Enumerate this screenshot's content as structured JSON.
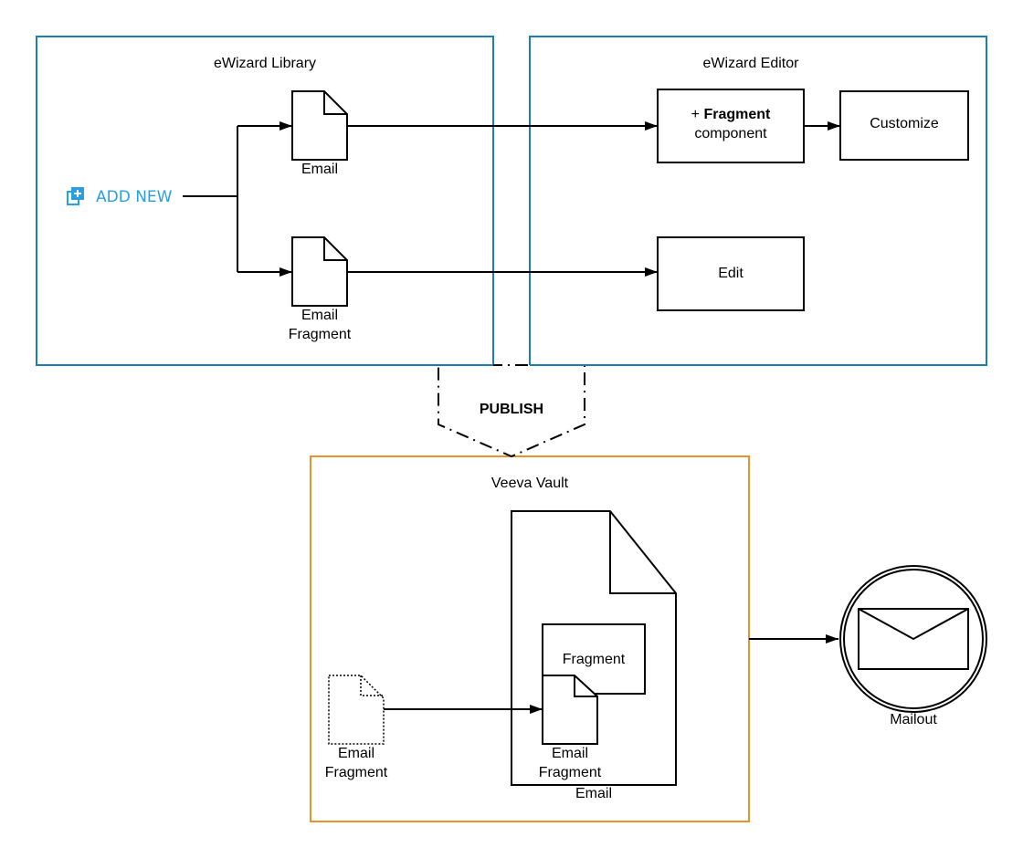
{
  "containers": {
    "library": {
      "title": "eWizard Library",
      "color": "#1b7db4"
    },
    "editor": {
      "title": "eWizard Editor",
      "color": "#1b7db4"
    },
    "vault": {
      "title": "Veeva Vault",
      "color": "#e8922e"
    }
  },
  "library": {
    "add_new": {
      "label": "ADD NEW",
      "icon": "add-copy-icon",
      "color": "#2a9fe0"
    },
    "email_doc": {
      "label": "Email"
    },
    "fragment_doc": {
      "label_line1": "Email",
      "label_line2": "Fragment"
    }
  },
  "editor": {
    "fragment_component": {
      "prefix": "+ ",
      "bold": "Fragment",
      "line2": "component"
    },
    "customize": {
      "label": "Customize"
    },
    "edit": {
      "label": "Edit"
    }
  },
  "publish": {
    "label": "PUBLISH"
  },
  "vault": {
    "source_fragment": {
      "label_line1": "Email",
      "label_line2": "Fragment"
    },
    "email_doc": {
      "label": "Email"
    },
    "fragment_box": {
      "label": "Fragment"
    },
    "inner_fragment": {
      "label_line1": "Email",
      "label_line2": "Fragment"
    }
  },
  "mailout": {
    "label": "Mailout",
    "icon": "envelope-icon"
  }
}
